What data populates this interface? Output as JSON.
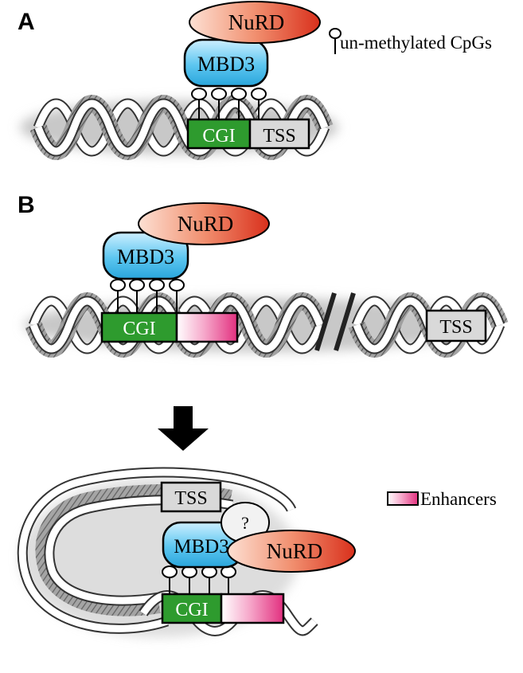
{
  "panel_a": {
    "label": "A",
    "complex": "NuRD",
    "protein": "MBD3",
    "cgi": "CGI",
    "tss": "TSS",
    "legend_cpg": "un-methylated CpGs"
  },
  "panel_b": {
    "label": "B",
    "top": {
      "complex": "NuRD",
      "protein": "MBD3",
      "cgi": "CGI",
      "tss": "TSS"
    },
    "bottom": {
      "complex": "NuRD",
      "protein": "MBD3",
      "cgi": "CGI",
      "tss": "TSS",
      "unknown": "?"
    },
    "legend_enhancer": "Enhancers"
  },
  "colors": {
    "cgi_green": "#2e9b2e",
    "mbd3_blue": "#3fb4e4",
    "nurd_red": "#e0402a",
    "enhancer_pink": "#e83d8c",
    "tss_gray": "#d9d9d9"
  }
}
